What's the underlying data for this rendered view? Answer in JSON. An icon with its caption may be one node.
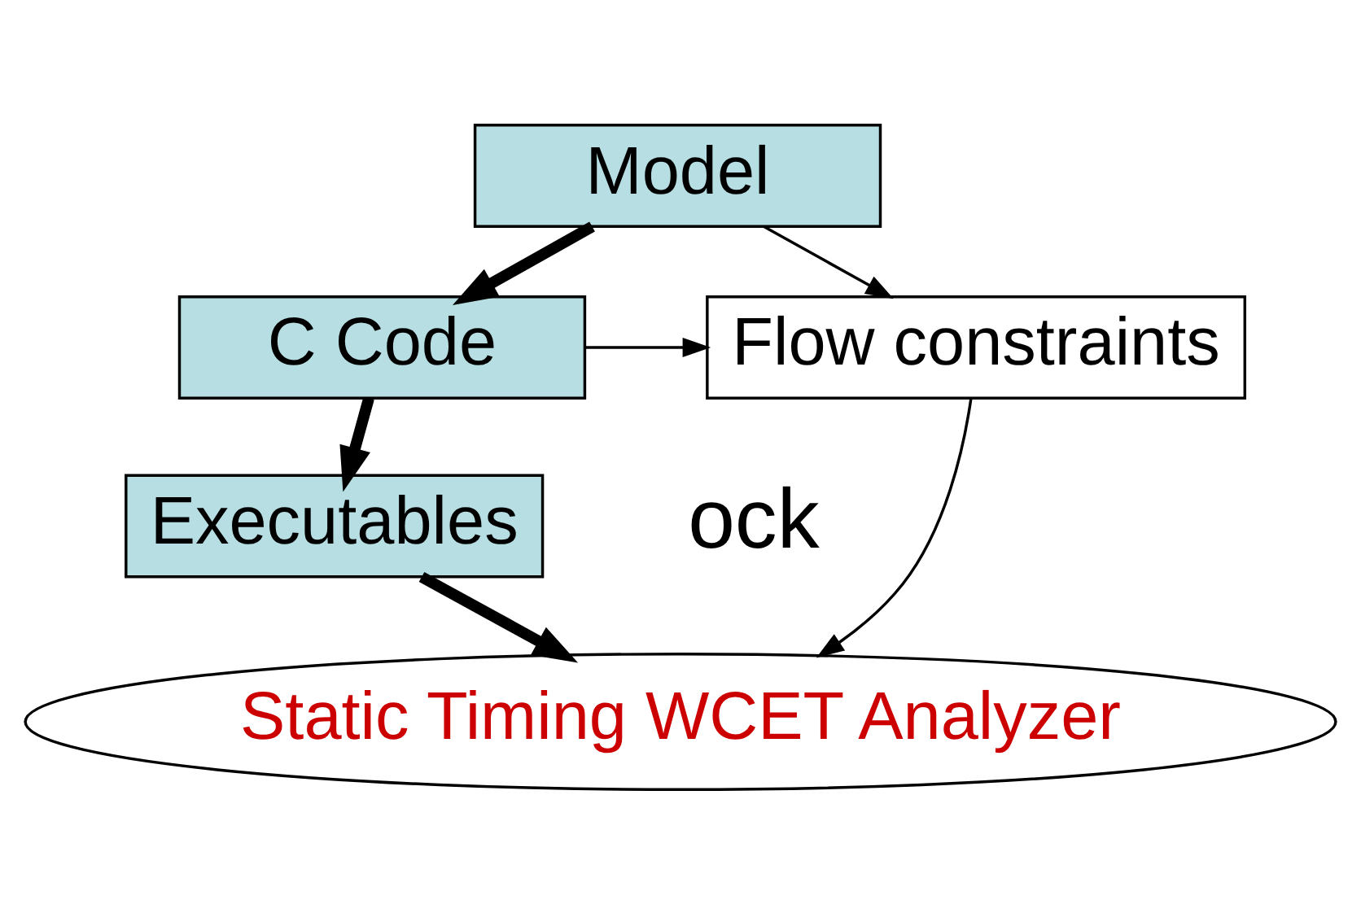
{
  "diagram": {
    "nodes": [
      {
        "text": [
          "Model"
        ]
      },
      {
        "text": [
          "C Code"
        ]
      },
      {
        "text": [
          "Executables"
        ]
      },
      {
        "text": [
          "Flow constraints"
        ]
      },
      {
        "text": [
          "Static Timing WCET Analyzer"
        ]
      }
    ],
    "edges": [
      {
        "from": 0,
        "to": 1,
        "arrow": "to",
        "style": "thick"
      },
      {
        "from": 1,
        "to": 2,
        "arrow": "to",
        "style": "thick"
      },
      {
        "from": 0,
        "to": 3,
        "arrow": "to"
      },
      {
        "from": 1,
        "to": 3,
        "arrow": "to"
      },
      {
        "from": 2,
        "to": 4,
        "arrow": "to",
        "style": "thick"
      },
      {
        "from": 3,
        "to": 4,
        "arrow": "to"
      }
    ],
    "labels": [
      "ock"
    ]
  }
}
